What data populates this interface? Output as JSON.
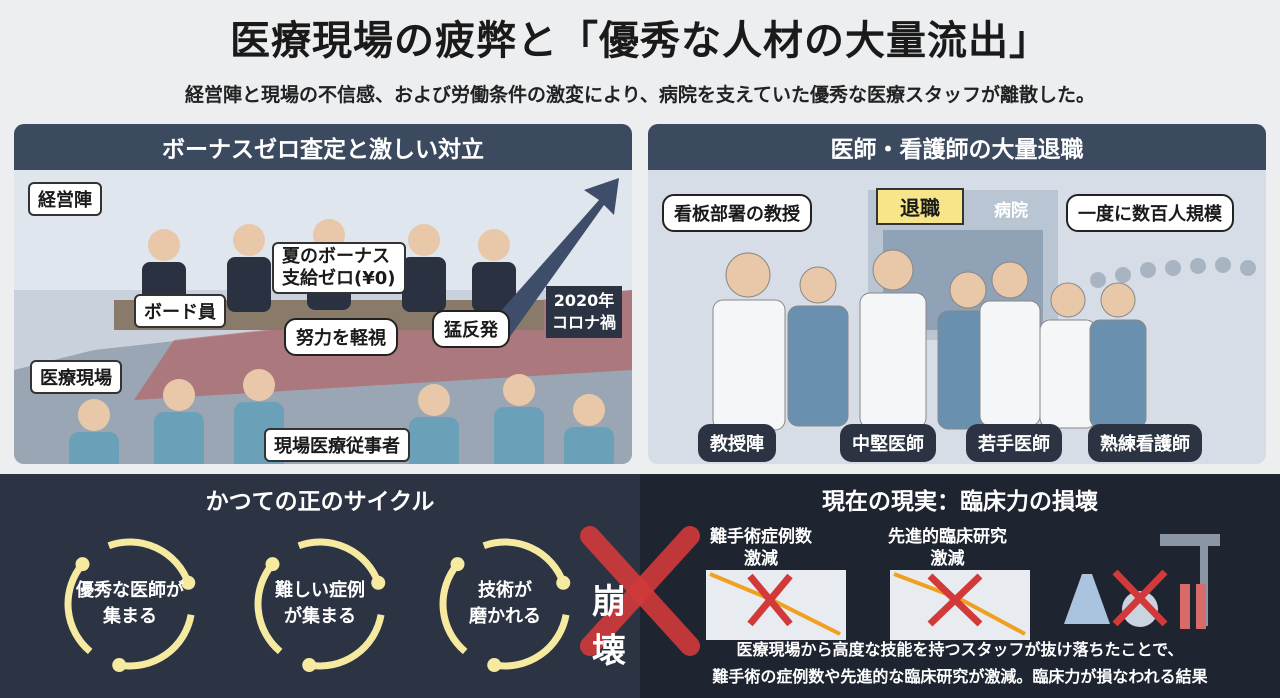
{
  "header": {
    "title": "医療現場の疲弊と「優秀な人材の大量流出」",
    "subtitle": "経営陣と現場の不信感、および労働条件の激変により、病院を支えていた優秀な医療スタッフが離散した。"
  },
  "left_panel": {
    "title": "ボーナスゼロ査定と激しい対立",
    "management_tag": "経営陣",
    "board_tag": "ボード員",
    "notice": "夏のボーナス\n支給ゼロ(¥0)",
    "year_badge": "2020年\nコロナ禍",
    "frontline_tag": "医療現場",
    "bubble_1": "努力を軽視",
    "bubble_2": "猛反発",
    "staff_tag": "現場医療従事者"
  },
  "right_panel": {
    "title": "医師・看護師の大量退職",
    "bubble_professor": "看板部署の教授",
    "sign_resign": "退職",
    "sign_hospital": "病院",
    "bubble_scale": "一度に数百人規模",
    "labels": [
      "教授陣",
      "中堅医師",
      "若手医師",
      "熟練看護師"
    ]
  },
  "bottom_left": {
    "title": "かつての正のサイクル",
    "cycles": [
      "優秀な医師が\n集まる",
      "難しい症例\nが集まる",
      "技術が\n磨かれる"
    ],
    "collapse": "崩壊"
  },
  "bottom_right": {
    "title": "現在の現実：臨床力の損壊",
    "chart_1": "難手術症例数\n激減",
    "chart_2": "先進的臨床研究\n激減",
    "footer_1": "医療現場から高度な技能を持つスタッフが抜け落ちたことで、",
    "footer_2": "難手術の症例数や先進的な臨床研究が激減。臨床力が損なわれる結果"
  },
  "colors": {
    "panel_header": "#3c4a60",
    "cycle_glow": "#f5eaa0",
    "cross_red": "#d23a3a",
    "trend_orange": "#f0a020",
    "arrow_blue": "#3e4e6a"
  }
}
